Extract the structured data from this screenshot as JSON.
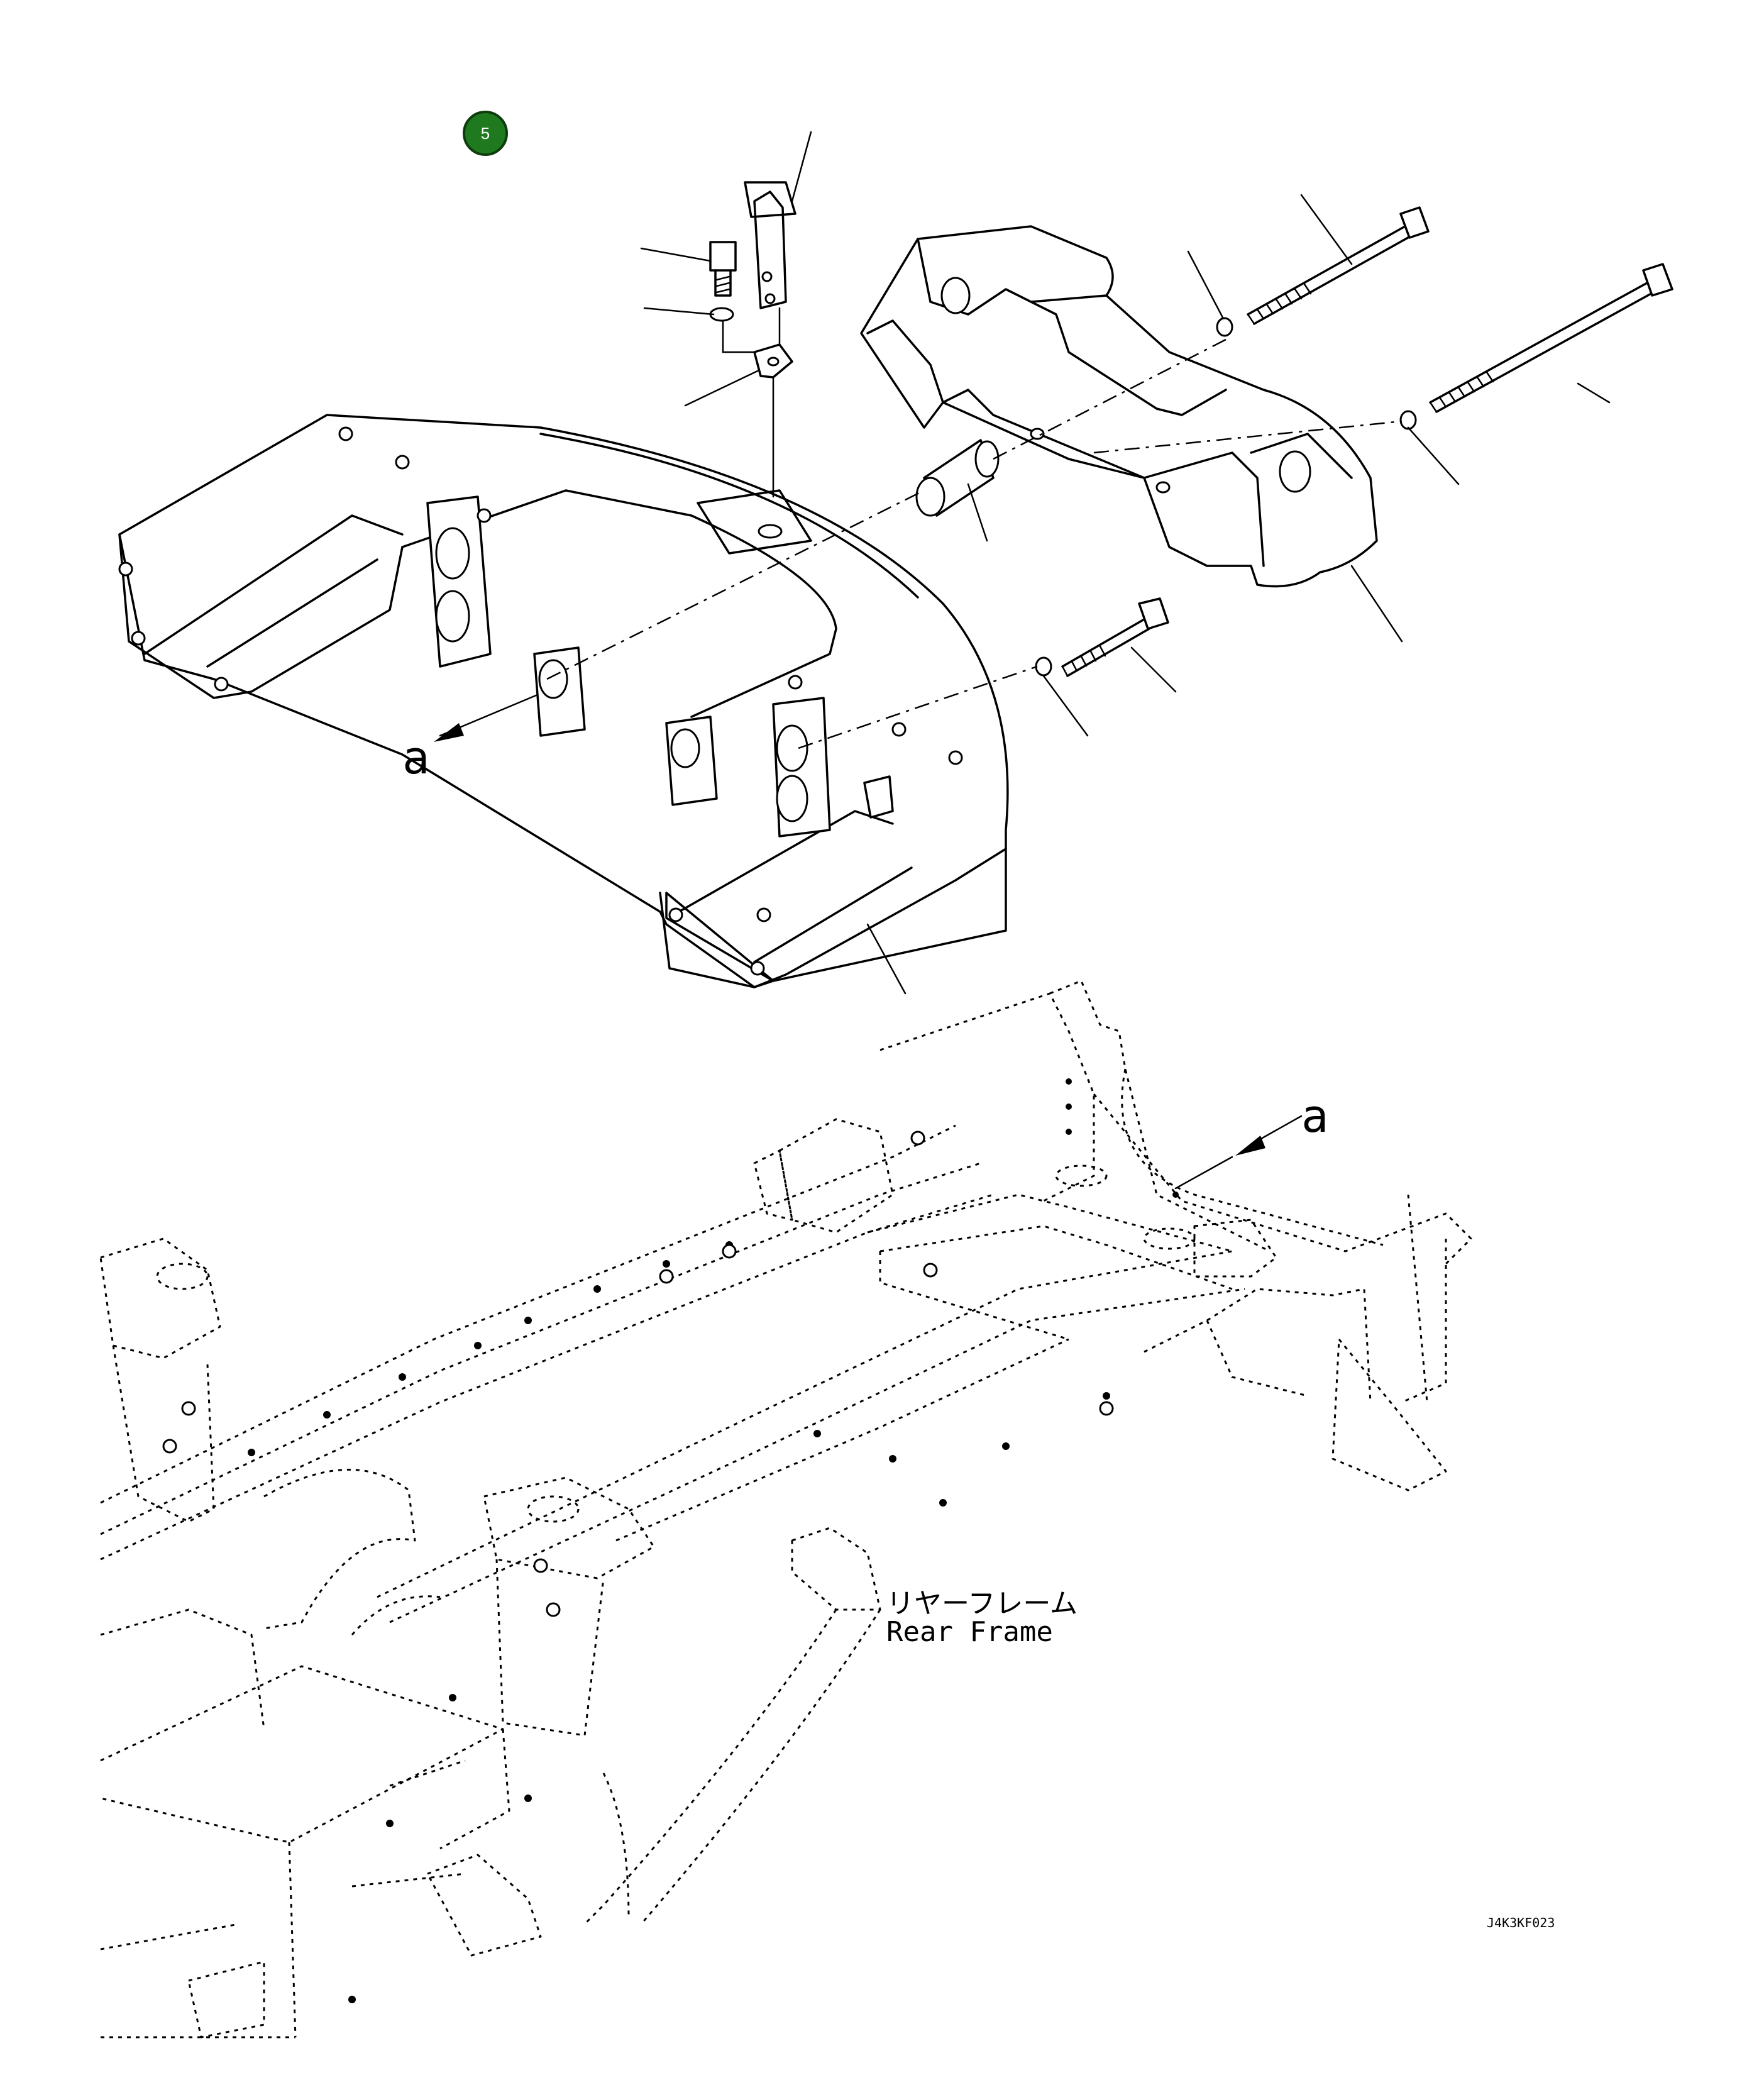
{
  "badge": {
    "number": "5",
    "color": "#1f7a1f"
  },
  "view_label_top": "a",
  "view_label_frame": "a",
  "frame_name_jp": "リヤーフレーム",
  "frame_name_en": "Rear Frame",
  "drawing_code": "J4K3KF023"
}
